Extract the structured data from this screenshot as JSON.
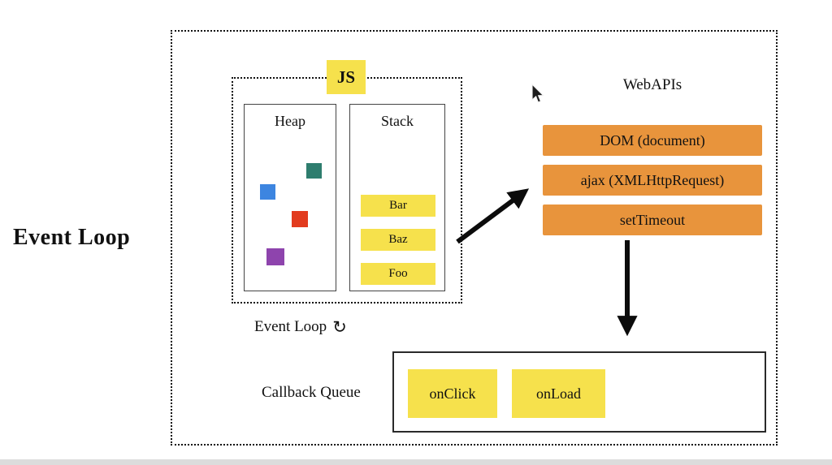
{
  "title": "Event Loop",
  "js_box": {
    "label": "JS",
    "heap": {
      "label": "Heap",
      "squares": [
        {
          "name": "teal-square",
          "color": "#2e7d6e"
        },
        {
          "name": "blue-square",
          "color": "#3d85e0"
        },
        {
          "name": "red-square",
          "color": "#e23b1e"
        },
        {
          "name": "purple-square",
          "color": "#8e44ad"
        }
      ]
    },
    "stack": {
      "label": "Stack",
      "frames": [
        "Bar",
        "Baz",
        "Foo"
      ]
    }
  },
  "event_loop": {
    "caption": "Event Loop",
    "icon": "↻"
  },
  "webapis": {
    "label": "WebAPIs",
    "items": [
      "DOM (document)",
      "ajax (XMLHttpRequest)",
      "setTimeout"
    ]
  },
  "callback_queue": {
    "label": "Callback Queue",
    "items": [
      "onClick",
      "onLoad"
    ]
  },
  "colors": {
    "highlight_yellow": "#f6e14c",
    "api_orange": "#e8943c"
  }
}
